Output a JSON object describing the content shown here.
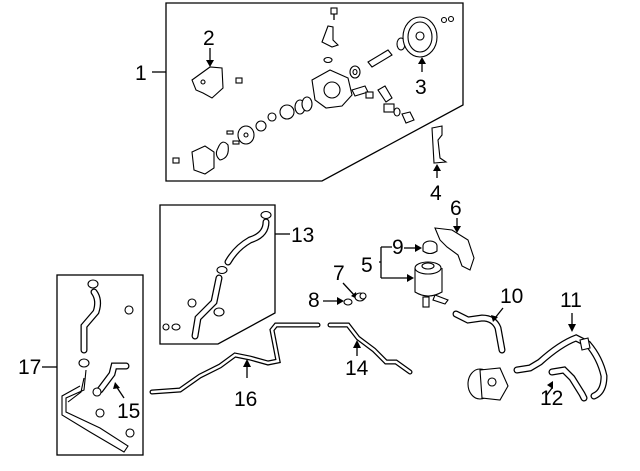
{
  "diagram": {
    "title": "Power Steering Pump & Hoses",
    "callouts": [
      {
        "id": "1",
        "text": "1",
        "part": "power-steering-pump-assembly"
      },
      {
        "id": "2",
        "text": "2",
        "part": "pump-bracket"
      },
      {
        "id": "3",
        "text": "3",
        "part": "pump-pulley"
      },
      {
        "id": "4",
        "text": "4",
        "part": "bracket"
      },
      {
        "id": "5",
        "text": "5",
        "part": "reservoir-assembly"
      },
      {
        "id": "6",
        "text": "6",
        "part": "reservoir-bracket"
      },
      {
        "id": "7",
        "text": "7",
        "part": "fitting"
      },
      {
        "id": "8",
        "text": "8",
        "part": "o-ring"
      },
      {
        "id": "9",
        "text": "9",
        "part": "reservoir-cap"
      },
      {
        "id": "10",
        "text": "10",
        "part": "return-hose"
      },
      {
        "id": "11",
        "text": "11",
        "part": "pressure-hose"
      },
      {
        "id": "12",
        "text": "12",
        "part": "hose-bracket"
      },
      {
        "id": "13",
        "text": "13",
        "part": "return-hose-kit"
      },
      {
        "id": "14",
        "text": "14",
        "part": "return-line"
      },
      {
        "id": "15",
        "text": "15",
        "part": "cooler-hose"
      },
      {
        "id": "16",
        "text": "16",
        "part": "return-tube"
      },
      {
        "id": "17",
        "text": "17",
        "part": "cooler-assembly"
      }
    ]
  }
}
